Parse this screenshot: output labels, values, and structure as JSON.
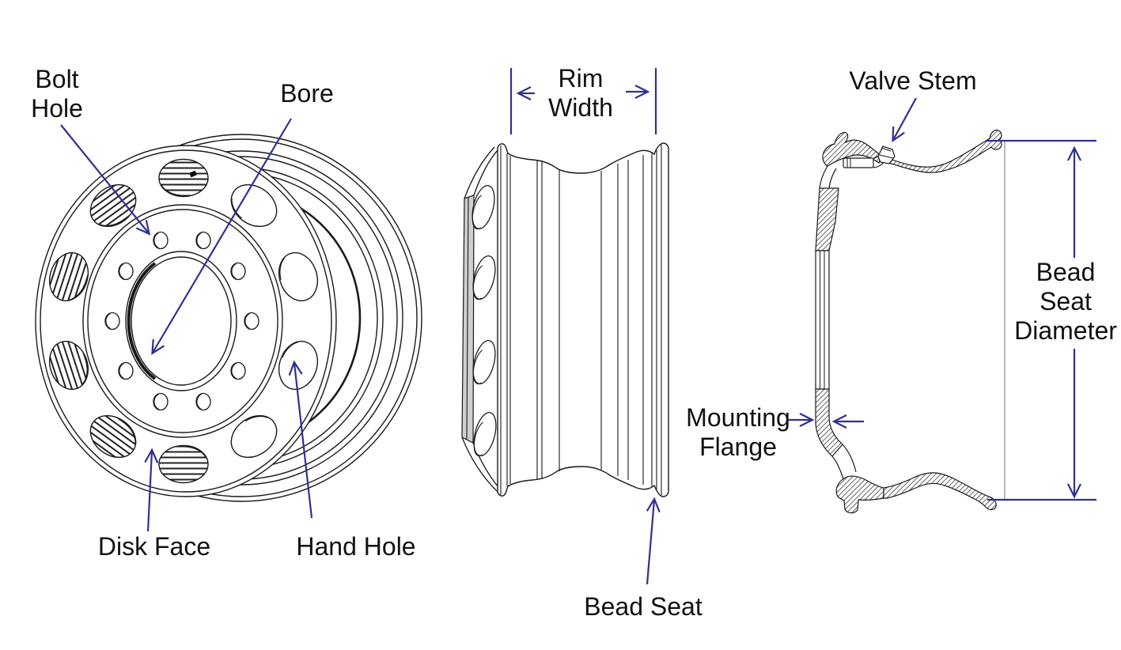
{
  "diagram": {
    "labels": {
      "bolt_hole": "Bolt\nHole",
      "bore": "Bore",
      "rim_width": "Rim\nWidth",
      "valve_stem": "Valve Stem",
      "bead_seat_diameter": "Bead\nSeat\nDiameter",
      "mounting_flange": "Mounting\nFlange",
      "disk_face": "Disk Face",
      "hand_hole": "Hand Hole",
      "bead_seat": "Bead Seat"
    },
    "colors": {
      "background": "#ffffff",
      "line_art": "#1a1a1a",
      "annotation_arrow": "#2e3192",
      "extension_line": "#8a8a8a",
      "label_text": "#111111",
      "side_shading": "#cfcfcf"
    }
  }
}
